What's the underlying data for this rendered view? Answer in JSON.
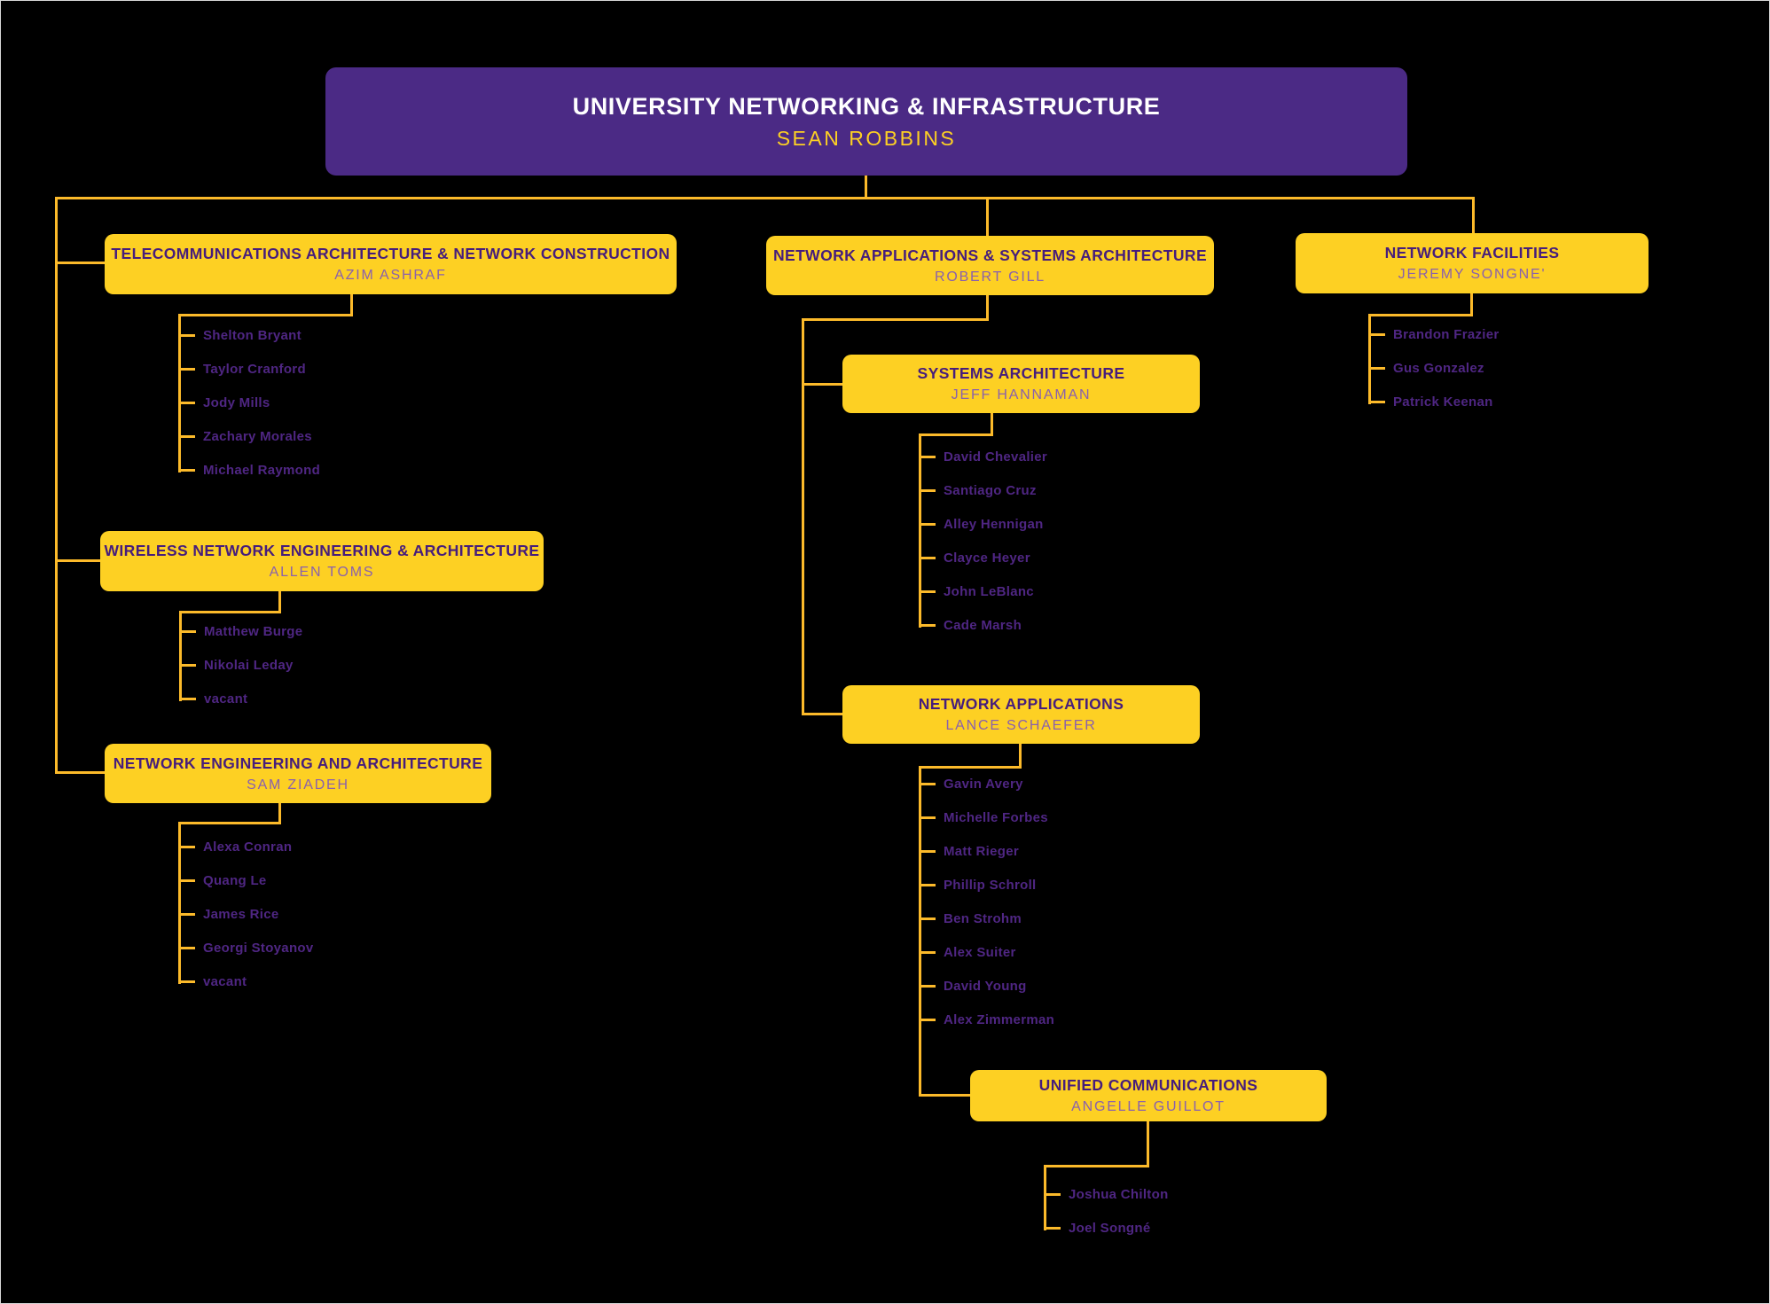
{
  "root": {
    "title": "UNIVERSITY NETWORKING & INFRASTRUCTURE",
    "manager": "SEAN ROBBINS"
  },
  "departments": {
    "telecom": {
      "title": "TELECOMMUNICATIONS ARCHITECTURE & NETWORK CONSTRUCTION",
      "manager": "AZIM ASHRAF",
      "members": [
        "Shelton Bryant",
        "Taylor Cranford",
        "Jody Mills",
        "Zachary Morales",
        "Michael Raymond"
      ]
    },
    "wireless": {
      "title": "WIRELESS NETWORK ENGINEERING & ARCHITECTURE",
      "manager": "ALLEN TOMS",
      "members": [
        "Matthew Burge",
        "Nikolai Leday",
        "vacant"
      ]
    },
    "neteng": {
      "title": "NETWORK ENGINEERING AND ARCHITECTURE",
      "manager": "SAM ZIADEH",
      "members": [
        "Alexa Conran",
        "Quang Le",
        "James Rice",
        "Georgi Stoyanov",
        "vacant"
      ]
    },
    "netapps_sys": {
      "title": "NETWORK APPLICATIONS & SYSTEMS ARCHITECTURE",
      "manager": "ROBERT GILL"
    },
    "sysarch": {
      "title": "SYSTEMS ARCHITECTURE",
      "manager": "JEFF HANNAMAN",
      "members": [
        "David Chevalier",
        "Santiago Cruz",
        "Alley Hennigan",
        "Clayce Heyer",
        "John LeBlanc",
        "Cade Marsh"
      ]
    },
    "netapps": {
      "title": "NETWORK APPLICATIONS",
      "manager": "LANCE SCHAEFER",
      "members": [
        "Gavin Avery",
        "Michelle Forbes",
        "Matt Rieger",
        "Phillip Schroll",
        "Ben Strohm",
        "Alex Suiter",
        "David Young",
        "Alex Zimmerman"
      ]
    },
    "unified": {
      "title": "UNIFIED COMMUNICATIONS",
      "manager": "ANGELLE GUILLOT",
      "members": [
        "Joshua Chilton",
        "Joel Songné"
      ]
    },
    "facilities": {
      "title": "NETWORK FACILITIES",
      "manager": "JEREMY SONGNE'",
      "members": [
        "Brandon Frazier",
        "Gus Gonzalez",
        "Patrick Keenan"
      ]
    }
  },
  "colors": {
    "background": "#000000",
    "root_box": "#4B2A85",
    "dept_box": "#FDD023",
    "connector": "#FCBA2A",
    "title_text": "#461D7C",
    "manager_text": "#8960AE",
    "member_text": "#4F2683",
    "root_title_text": "#FFFFFF",
    "root_manager_text": "#FDD023"
  }
}
